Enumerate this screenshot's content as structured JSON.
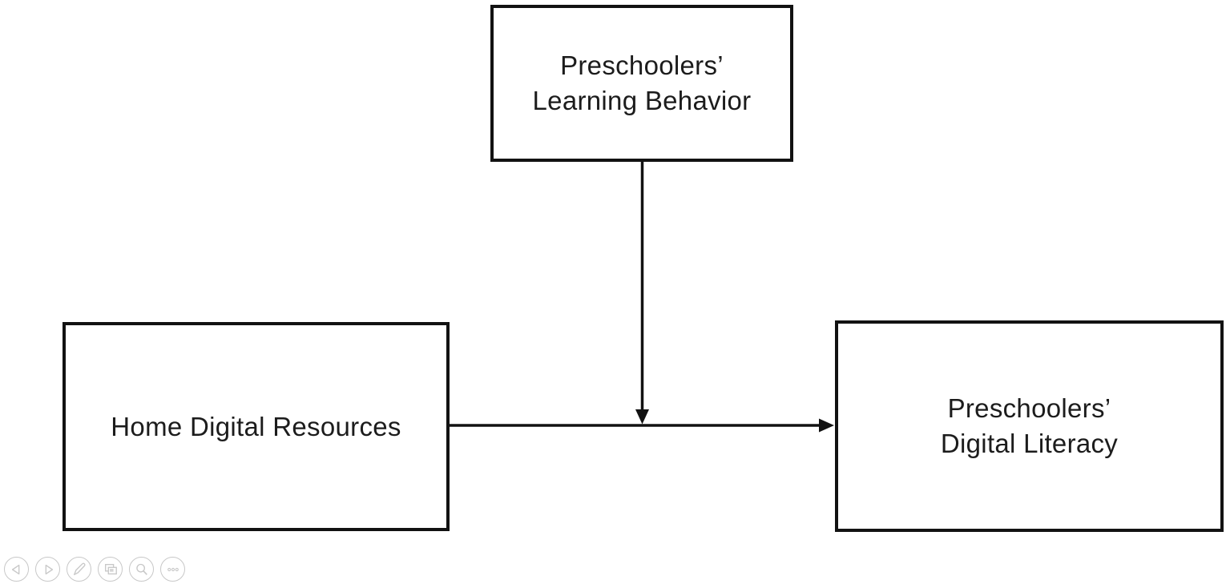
{
  "colors": {
    "ink": "#121212",
    "text": "#1c1c1c",
    "control": "#c8c8c8",
    "bg": "#ffffff"
  },
  "diagram": {
    "nodes": [
      {
        "id": "preschoolers-learning-behavior",
        "lines": [
          "Preschoolers’",
          "Learning Behavior"
        ]
      },
      {
        "id": "home-digital-resources",
        "lines": [
          "Home Digital Resources"
        ]
      },
      {
        "id": "preschoolers-digital-literacy",
        "lines": [
          "Preschoolers’",
          "Digital Literacy"
        ]
      }
    ],
    "edges": [
      {
        "from": "home-digital-resources",
        "to": "preschoolers-digital-literacy",
        "style": "solid-arrow"
      },
      {
        "from": "preschoolers-learning-behavior",
        "to": "midpoint of home-digital-resources → preschoolers-digital-literacy arrow",
        "style": "solid-arrow"
      }
    ]
  },
  "presentation_controls": {
    "buttons": [
      {
        "icon": "previous-slide-icon"
      },
      {
        "icon": "next-slide-icon"
      },
      {
        "icon": "pen-icon"
      },
      {
        "icon": "see-all-slides-icon"
      },
      {
        "icon": "zoom-slide-icon"
      },
      {
        "icon": "more-options-icon"
      }
    ]
  }
}
